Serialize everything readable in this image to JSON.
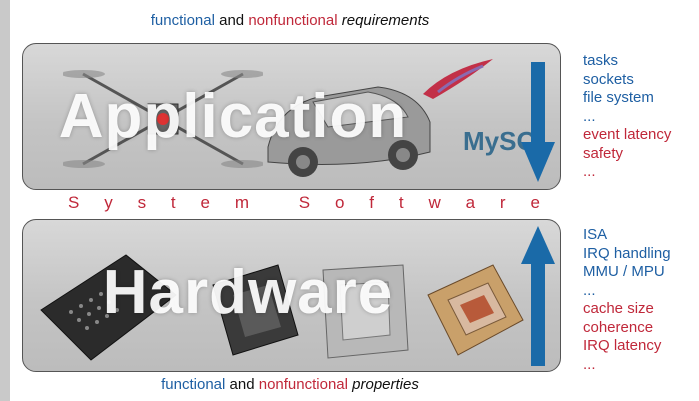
{
  "top_caption": {
    "part1": "functional",
    "part2": " and ",
    "part3": "nonfunctional",
    "part4": " requirements"
  },
  "bottom_caption": {
    "part1": "functional",
    "part2": " and ",
    "part3": "nonfunctional",
    "part4": " properties"
  },
  "application_label": "Application",
  "mysql_logo": "MySQL",
  "system_software": [
    "S",
    "y",
    "s",
    "t",
    "e",
    "m",
    "",
    "S",
    "o",
    "f",
    "t",
    "w",
    "a",
    "r",
    "e"
  ],
  "hardware_label": "Hardware",
  "application_requirements": {
    "functional": [
      "tasks",
      "sockets",
      "file system",
      "..."
    ],
    "nonfunctional": [
      "event latency",
      "safety",
      "..."
    ]
  },
  "hardware_properties": {
    "functional": [
      "ISA",
      "IRQ handling",
      "MMU / MPU",
      "..."
    ],
    "nonfunctional": [
      "cache size",
      "coherence",
      "IRQ latency",
      "..."
    ]
  },
  "colors": {
    "functional": "#1e5fa3",
    "nonfunctional": "#c0283a",
    "arrow": "#1a6aa8"
  },
  "icons": {
    "top_arrow": "arrow-down-icon",
    "bottom_arrow": "arrow-up-icon"
  }
}
